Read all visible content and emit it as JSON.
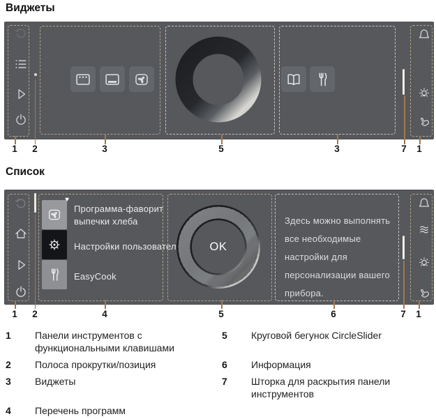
{
  "page": {
    "title_widgets": "Виджеты",
    "title_list": "Список"
  },
  "colors": {
    "panel_bg": "#56585c",
    "dash_frame": "#b3a487",
    "dash_frame_light": "#c7c5c0",
    "leader_line": "#a1784e",
    "tile_dark": "#131519",
    "tile_light": "#97999d",
    "shutter_bar": "#f0ede3"
  },
  "figures": {
    "widgets": {
      "callouts": [
        "1",
        "2",
        "3",
        "5",
        "3",
        "7",
        "1"
      ],
      "toolbar_left_icons": [
        "undo-icon",
        "menu-list-icon",
        "play-icon",
        "power-icon"
      ],
      "widget_icons_left": [
        "oven-top-heat-icon",
        "oven-bottom-heat-icon",
        "hot-air-fan-icon"
      ],
      "widget_icons_right": [
        "cookbook-icon",
        "cutlery-icon"
      ],
      "toolbar_right_icons": [
        "bell-icon",
        "light-icon",
        "childlock-hand-icon"
      ]
    },
    "list": {
      "callouts": [
        "1",
        "2",
        "4",
        "5",
        "6",
        "7",
        "1"
      ],
      "toolbar_left_icons": [
        "undo-icon",
        "home-icon",
        "play-icon",
        "power-icon"
      ],
      "items": [
        {
          "icon": "hot-air-fan-icon",
          "badge": "♥",
          "label": "Программа-фаворит выпечки хлеба"
        },
        {
          "icon": "gear-icon",
          "label": "Настройки пользователя"
        },
        {
          "icon": "cutlery-icon",
          "label": "EasyCook"
        }
      ],
      "dial_label": "OK",
      "info_text": "Здесь можно выполнять все необходимые настройки для персонализации вашего прибора.",
      "toolbar_right_icons": [
        "bell-icon",
        "steam-icon",
        "light-icon",
        "childlock-hand-icon"
      ]
    }
  },
  "legend": [
    {
      "num": "1",
      "text": "Панели инструментов с функциональными клавишами"
    },
    {
      "num": "2",
      "text": "Полоса прокрутки/позиция"
    },
    {
      "num": "3",
      "text": "Виджеты"
    },
    {
      "num": "4",
      "text": "Перечень программ"
    },
    {
      "num": "5",
      "text": "Круговой бегунок CircleSlider"
    },
    {
      "num": "6",
      "text": "Информация"
    },
    {
      "num": "7",
      "text": "Шторка для раскрытия панели инструментов"
    }
  ]
}
